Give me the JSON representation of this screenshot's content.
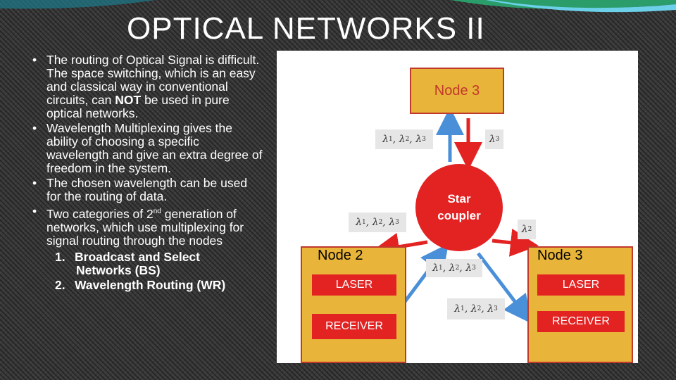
{
  "title": "OPTICAL NETWORKS II",
  "bullets": [
    {
      "pre": "The routing of Optical Signal is difficult. The space switching, which is an easy and classical way in conventional circuits, can ",
      "strong": "NOT",
      "post": " be used in pure optical networks."
    },
    {
      "text": "Wavelength Multiplexing gives the ability of choosing a specific wavelength  and give an extra degree of freedom in the system."
    },
    {
      "text": "The chosen wavelength can be used for the routing of data."
    },
    {
      "pre": "Two categories of 2",
      "sup": "nd",
      "post": " generation of networks, which use multiplexing for signal routing through the nodes"
    }
  ],
  "categories": [
    {
      "num": "1.",
      "line1": "Broadcast and Select",
      "line2": "Networks (BS)"
    },
    {
      "num": "2.",
      "line1": "Wavelength Routing (WR)",
      "line2": ""
    }
  ],
  "diagram": {
    "node_top": "Node 3",
    "star": {
      "line1": "Star",
      "line2": "coupler"
    },
    "node_left": {
      "title": "Node 2",
      "laser": "LASER",
      "receiver": "RECEIVER"
    },
    "node_right": {
      "title": "Node 3",
      "laser": "LASER",
      "receiver": "RECEIVER"
    },
    "lambda_symbol": "λ",
    "colors": {
      "node_fill": "#e8b53a",
      "red": "#e32222",
      "border": "#c0392b",
      "blue": "#4a90d9"
    }
  }
}
